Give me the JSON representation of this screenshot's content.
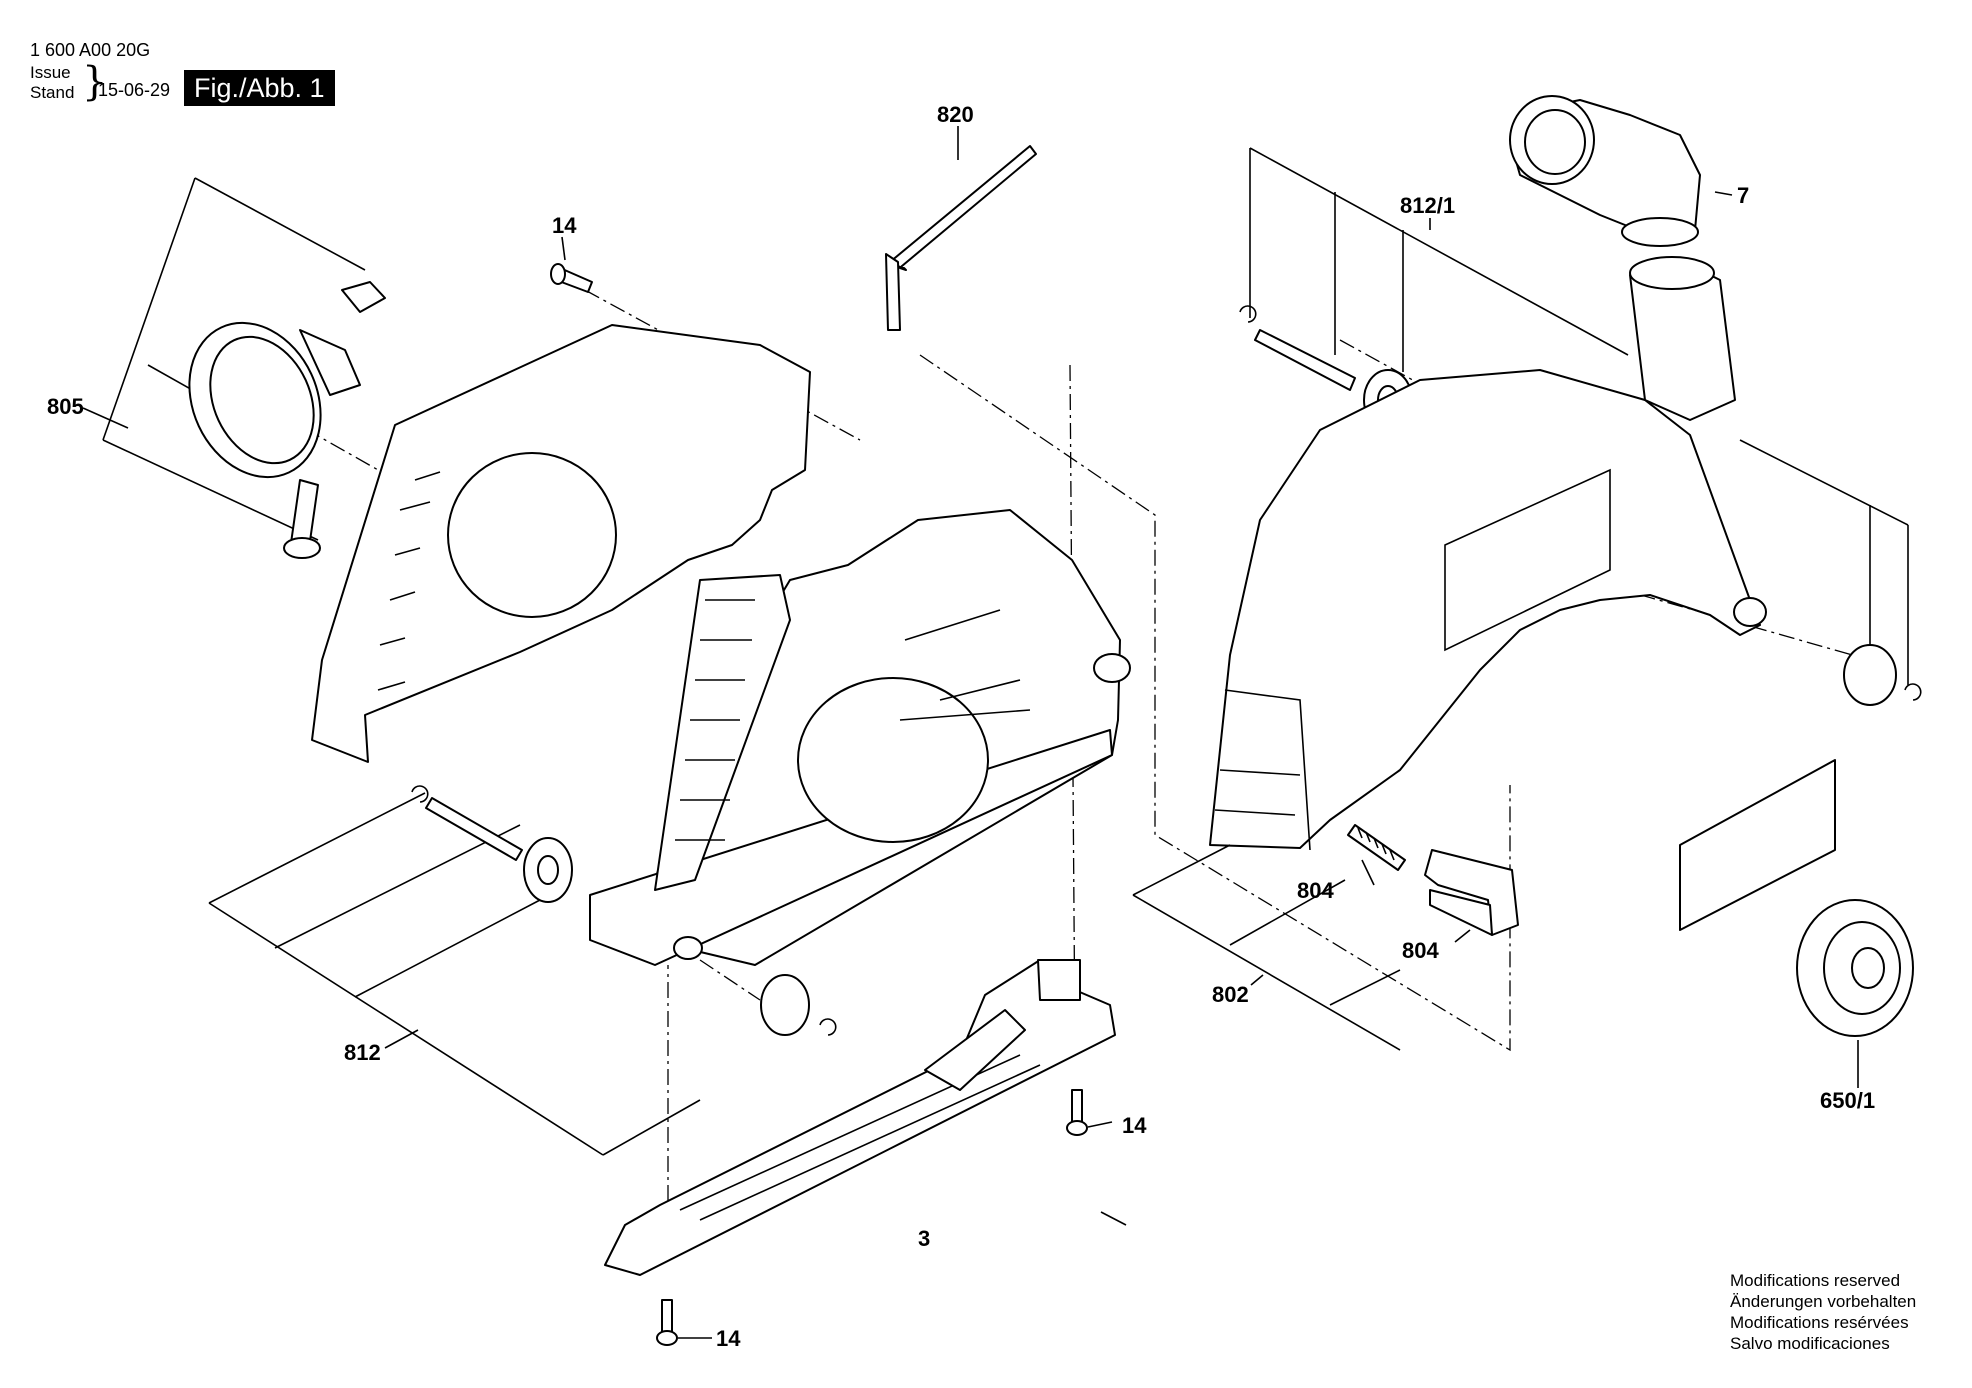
{
  "header": {
    "doc_number": "1 600 A00 20G",
    "issue_label": "Issue",
    "stand_label": "Stand",
    "issue_date": "15-06-29",
    "figure_tag": "Fig./Abb. 1"
  },
  "parts": {
    "p820": "820",
    "p14_top": "14",
    "p805": "805",
    "p812": "812",
    "p3": "3",
    "p14_right": "14",
    "p14_bottom": "14",
    "p812_1": "812/1",
    "p7": "7",
    "p804_a": "804",
    "p804_b": "804",
    "p802": "802",
    "p650_1": "650/1"
  },
  "footnote": {
    "line1": "Modifications reserved",
    "line2": "Änderungen vorbehalten",
    "line3": "Modifications resérvées",
    "line4": "Salvo modificaciones"
  }
}
